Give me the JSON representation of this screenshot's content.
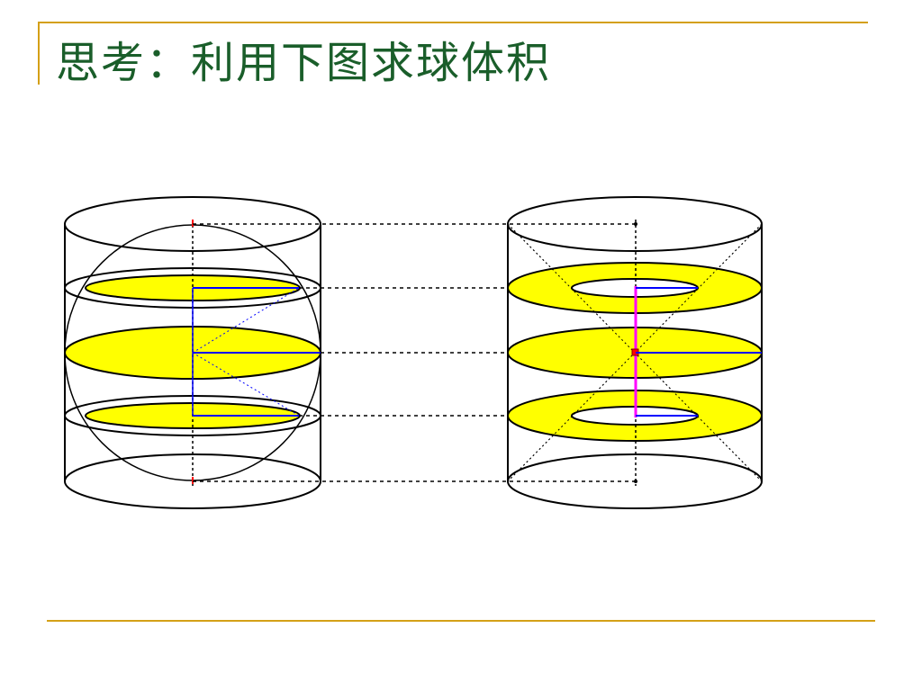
{
  "slide": {
    "title": "思考：利用下图求球体积"
  },
  "colors": {
    "accent_rule": "#d4a017",
    "title_text": "#1a5e2a",
    "section_fill": "#ffff00",
    "radius_line": "#0000ff",
    "axis_highlight": "#ff00ff",
    "axis_marker": "#ff0000",
    "outline": "#000000"
  },
  "diagram": {
    "left_figure": "sphere-inscribed-in-cylinder",
    "right_figure": "cylinder-minus-double-cone"
  }
}
